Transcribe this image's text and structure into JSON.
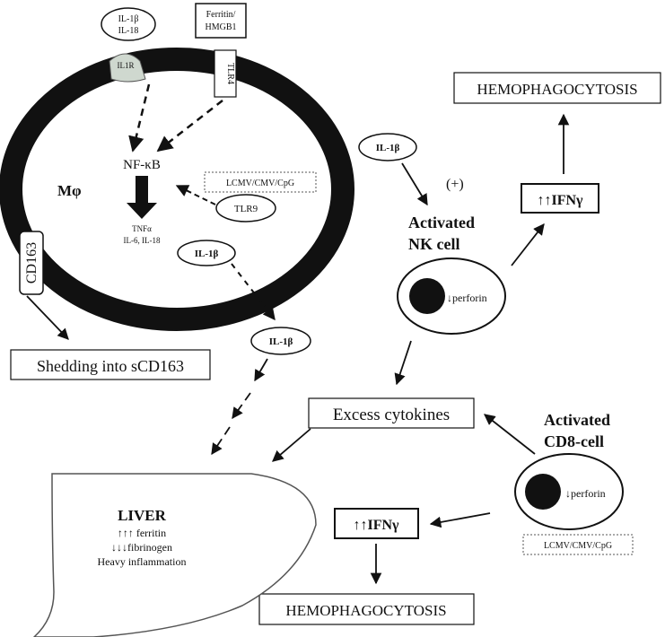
{
  "macrophage": {
    "label": "Mφ",
    "nfkb": "NF-κB",
    "tnf": "TNFα",
    "il6_il18": "IL-6, IL-18",
    "il1b_inside": "IL-1β",
    "il1r": "IL1R",
    "tlr4": "TLR4",
    "tlr9": "TLR9",
    "cd163": "CD163"
  },
  "ligands": {
    "il1b_top": "IL-1β",
    "il18_top": "IL-18",
    "ferritin": "Ferritin/",
    "hmgb1": "HMGB1",
    "lcmv_top": "LCMV/CMV/CpG"
  },
  "shedding": "Shedding into sCD163",
  "il1b_out": "IL-1β",
  "il1b_nk": "IL-1β",
  "plus": "(+)",
  "nk": {
    "title1": "Activated",
    "title2": "NK cell",
    "perforin": "↓perforin"
  },
  "ifn_top": "↑↑IFNγ",
  "hemo_top": "HEMOPHAGOCYTOSIS",
  "excess": "Excess cytokines",
  "cd8": {
    "title1": "Activated",
    "title2": "CD8-cell",
    "perforin": "↓perforin",
    "lcmv": "LCMV/CMV/CpG"
  },
  "ifn_bottom": "↑↑IFNγ",
  "hemo_bottom": "HEMOPHAGOCYTOSIS",
  "liver": {
    "title": "LIVER",
    "ferritin": "↑↑↑ ferritin",
    "fibrinogen": "↓↓↓fibrinogen",
    "inflammation": "Heavy inflammation"
  }
}
